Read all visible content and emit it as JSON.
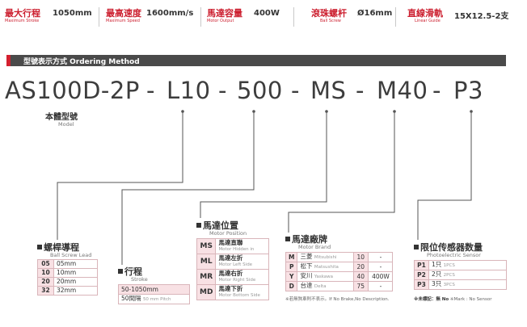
{
  "specs": [
    {
      "label": "最大行程",
      "label_en": "Maximum Stroke",
      "value": "1050mm"
    },
    {
      "label": "最高速度",
      "label_en": "Maximum Speed",
      "value": "1600mm/s"
    },
    {
      "label": "馬達容量",
      "label_en": "Motor Output",
      "value": "400W"
    },
    {
      "label": "滾珠螺杆",
      "label_en": "Ball Screw",
      "value": "Ø16mm"
    },
    {
      "label": "直線滑軌",
      "label_en": "Linear Guide",
      "value": "15X12.5-2支"
    }
  ],
  "section": {
    "title": "型號表示方式 Ordering Method"
  },
  "model_code": {
    "tokens": [
      "AS100D-2P",
      "-",
      "L10",
      "-",
      "500",
      "-",
      "MS",
      "-",
      "M40",
      "-",
      "P3"
    ]
  },
  "body_model": {
    "label": "本體型號",
    "label_en": "Model"
  },
  "lead": {
    "label": "螺桿導程",
    "label_en": "Ball Screw Lead",
    "rows": [
      {
        "code": "05",
        "value": "05mm"
      },
      {
        "code": "10",
        "value": "10mm"
      },
      {
        "code": "20",
        "value": "20mm"
      },
      {
        "code": "32",
        "value": "32mm"
      }
    ]
  },
  "stroke": {
    "label": "行程",
    "label_en": "Stroke",
    "range": "50-1050mm",
    "pitch_cn": "50間隔",
    "pitch_en": "50 mm Pitch"
  },
  "motor_position": {
    "label": "馬達位置",
    "label_en": "Motor Position",
    "rows": [
      {
        "code": "MS",
        "cn": "馬達直聯",
        "en": "Motor Hidden in"
      },
      {
        "code": "ML",
        "cn": "馬達左折",
        "en": "Motor Left Side"
      },
      {
        "code": "MR",
        "cn": "馬達右折",
        "en": "Motor Right Side"
      },
      {
        "code": "MD",
        "cn": "馬達下折",
        "en": "Motor Bottom Side"
      }
    ]
  },
  "motor_brand": {
    "label": "馬達廠牌",
    "label_en": "Motor Brand",
    "rows": [
      {
        "code": "M",
        "cn": "三菱",
        "en": "Mitsubishi",
        "num": "10",
        "watt": "-"
      },
      {
        "code": "P",
        "cn": "松下",
        "en": "Matsushita",
        "num": "20",
        "watt": "-"
      },
      {
        "code": "Y",
        "cn": "安川",
        "en": "Yaskawa",
        "num": "40",
        "watt": "400W"
      },
      {
        "code": "D",
        "cn": "台達",
        "en": "Delta",
        "num": "75",
        "watt": "-"
      }
    ],
    "note": "※若無煞車則不表示。If No Brake,No Description."
  },
  "sensor": {
    "label": "限位传感器数量",
    "label_en": "Photoelectric Sensor",
    "rows": [
      {
        "code": "P1",
        "cn": "1只",
        "en": "1PCS"
      },
      {
        "code": "P2",
        "cn": "2只",
        "en": "2PCS"
      },
      {
        "code": "P3",
        "cn": "3只",
        "en": "3PCS"
      }
    ],
    "note_cn": "※未標記：無 No",
    "note_en": "※Mark : No Sensor"
  },
  "colors": {
    "accent": "#cc1f2f",
    "section_bg": "#4a4a4a",
    "table_border": "#d9b5ba",
    "table_fill": "#f8e1e4"
  }
}
